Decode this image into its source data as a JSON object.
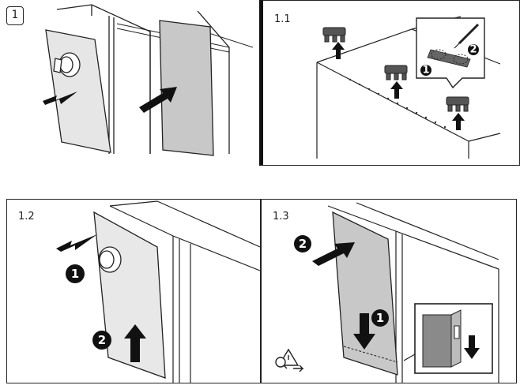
{
  "step": {
    "label": "1"
  },
  "panels": {
    "p11": {
      "label": "1.1",
      "callouts": [
        "1",
        "2"
      ]
    },
    "p12": {
      "label": "1.2",
      "callouts": [
        "1",
        "2"
      ]
    },
    "p13": {
      "label": "1.3",
      "callouts": [
        "2",
        "1"
      ]
    }
  },
  "colors": {
    "line": "#222222",
    "panel_gray": "#c8c8c8",
    "arrow": "#111111",
    "frame": "#222222"
  }
}
